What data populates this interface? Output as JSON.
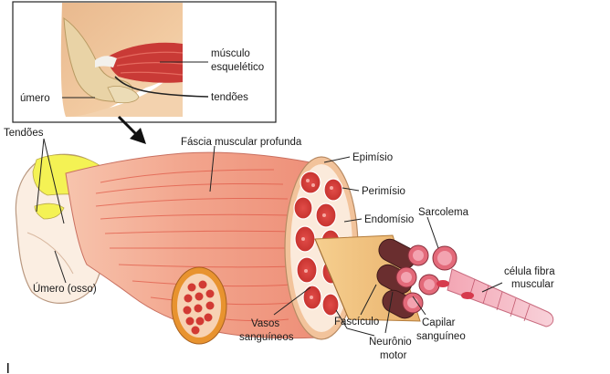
{
  "inset": {
    "labels": {
      "musculo_line1": "músculo",
      "musculo_line2": "esquelético",
      "umero": "úmero",
      "tendoes": "tendões"
    }
  },
  "main": {
    "labels": {
      "tendoes": "Tendões",
      "fascia": "Fáscia muscular profunda",
      "epimisio": "Epimísio",
      "perimisio": "Perimísio",
      "endomisio": "Endomísio",
      "sarcolema": "Sarcolema",
      "celula_line1": "célula fibra",
      "celula_line2": "muscular",
      "umero_osso": "Úmero (osso)",
      "vasos_line1": "Vasos",
      "vasos_line2": "sanguíneos",
      "fasciculo": "Fascículo",
      "capilar_line1": "Capilar",
      "capilar_line2": "sanguíneo",
      "neuronio_line1": "Neurônio",
      "neuronio_line2": "motor"
    }
  },
  "colors": {
    "muscle": "#f2a48c",
    "muscle_dark": "#d94a3c",
    "tendon_yellow": "#f4f254",
    "bone": "#fbeee2",
    "sheath": "#f6c69b",
    "fasciculus": "#f3c68a"
  }
}
